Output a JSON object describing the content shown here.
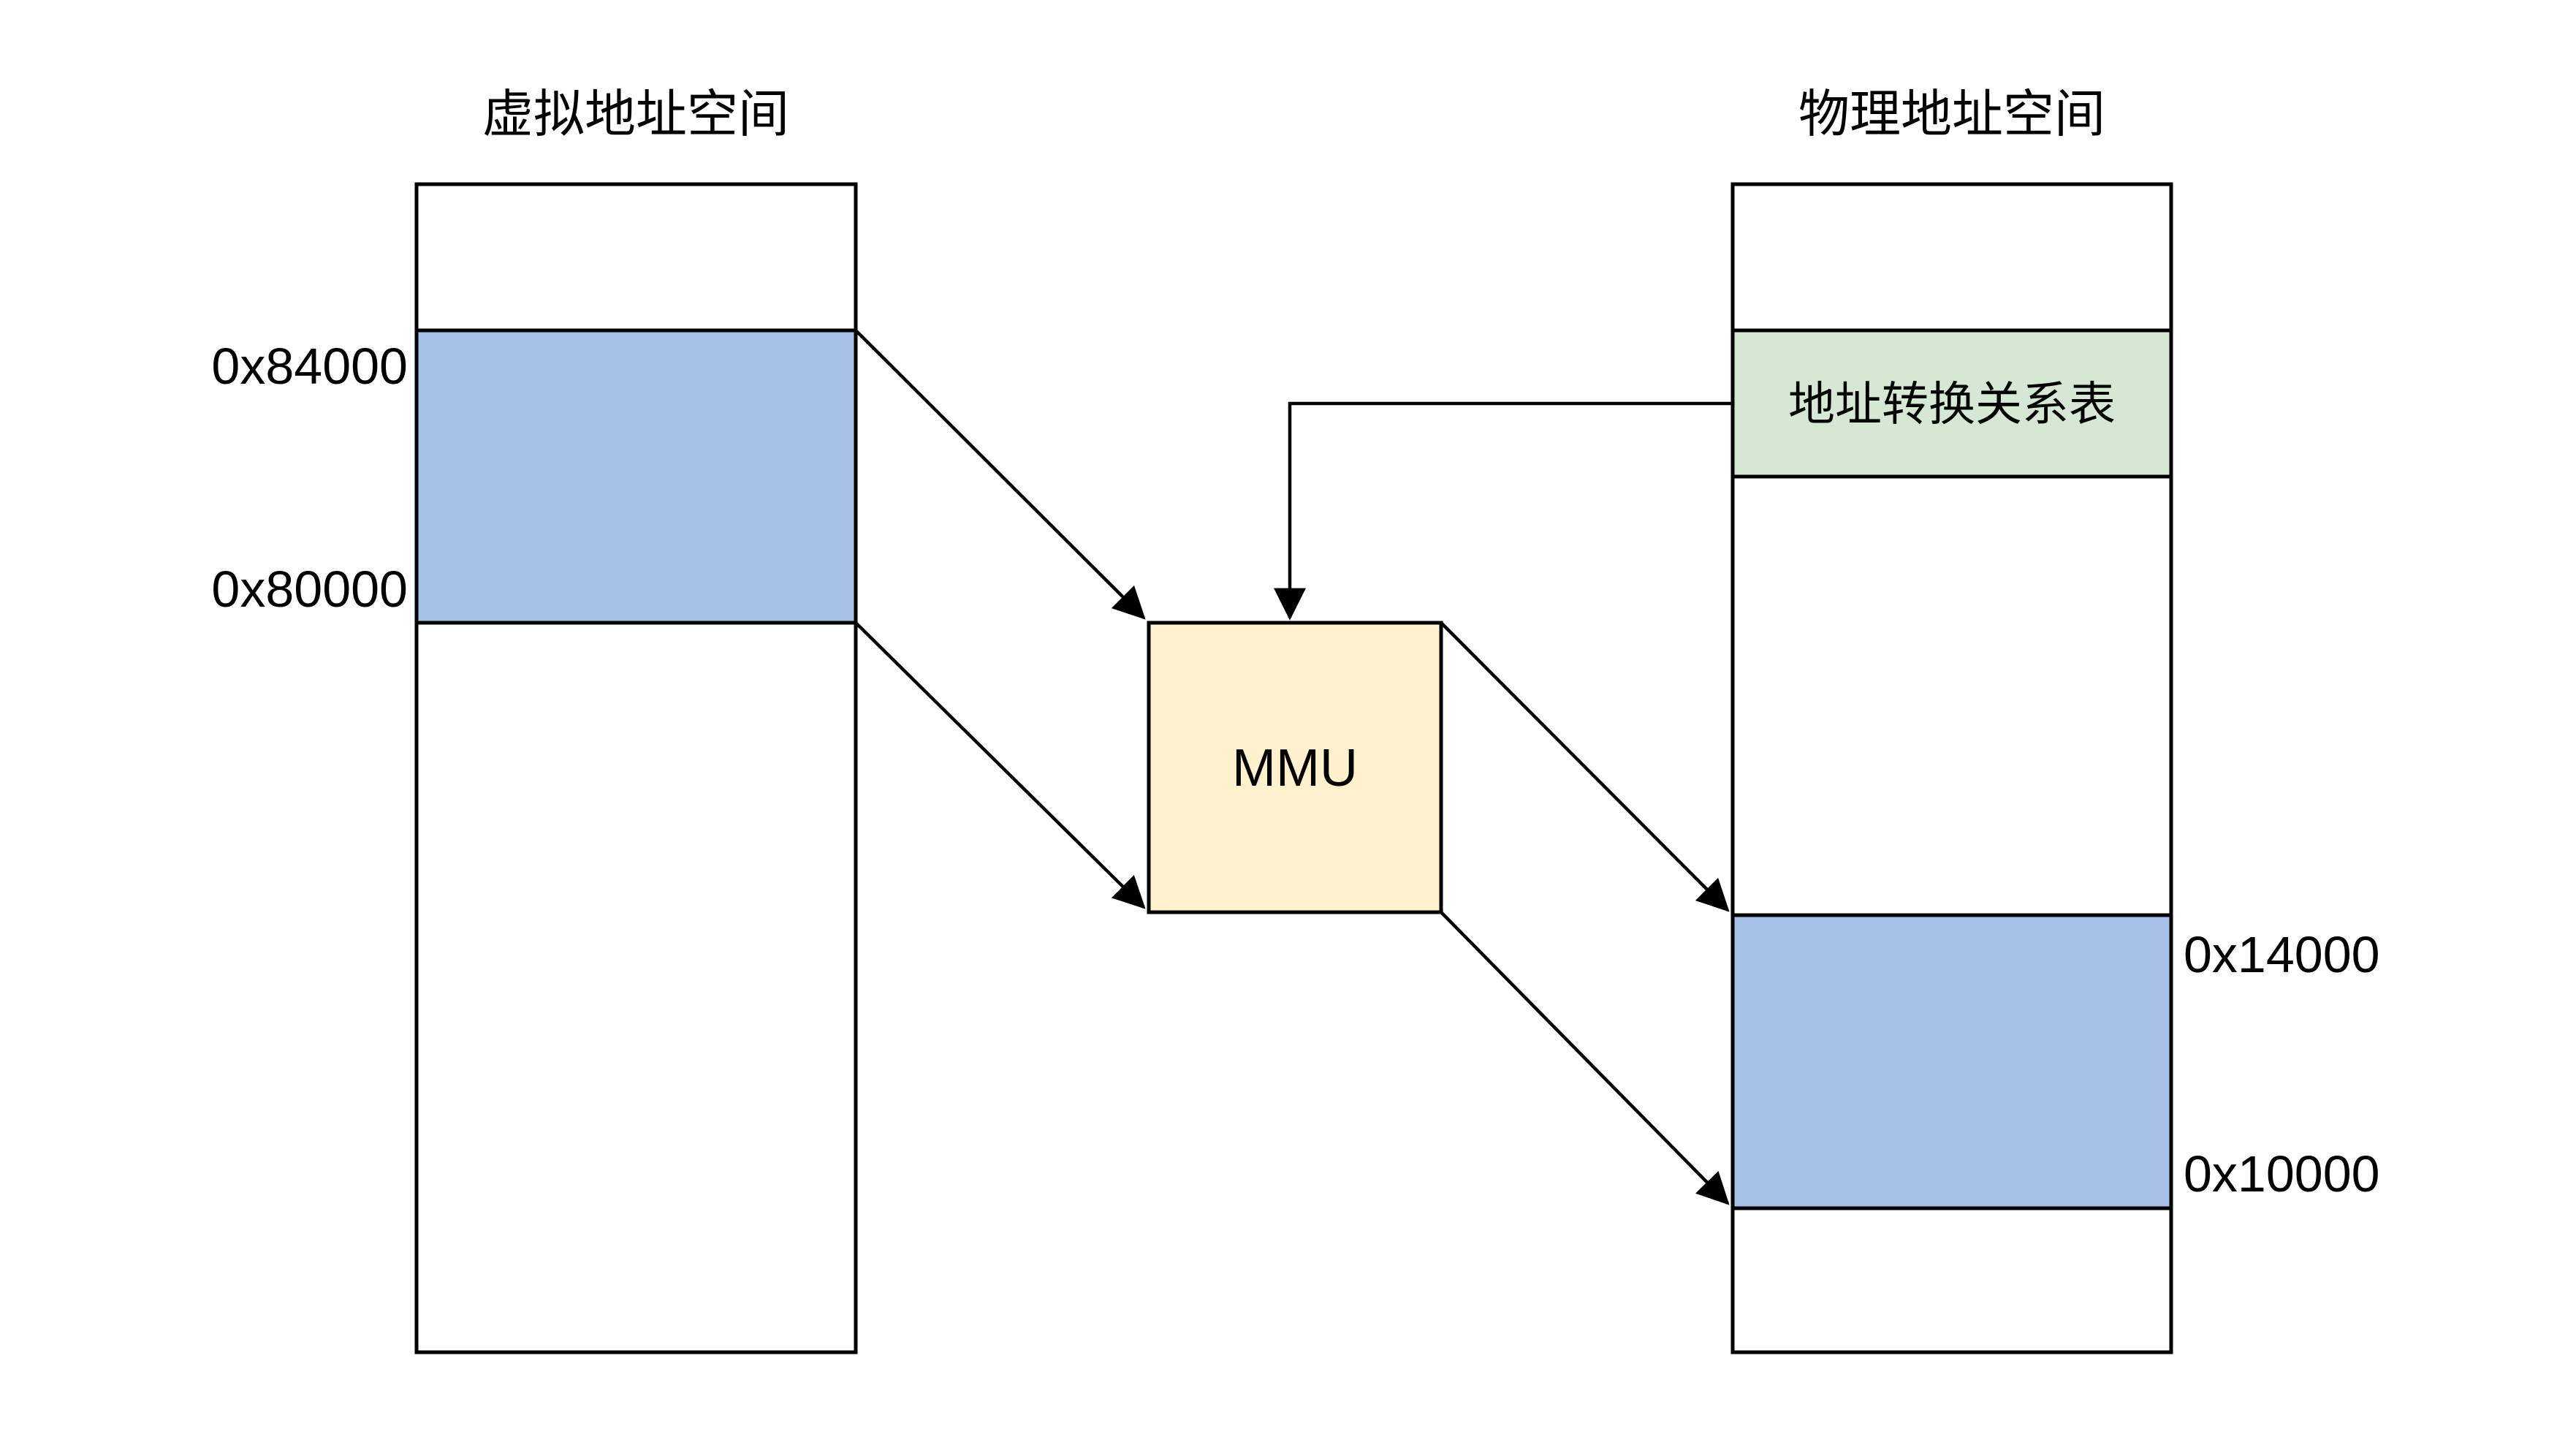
{
  "diagram": {
    "title_left": "虚拟地址空间",
    "title_right": "物理地址空间",
    "virtual_space": {
      "labels": {
        "top": "0x84000",
        "bottom": "0x80000"
      }
    },
    "physical_space": {
      "translation_table_label": "地址转换关系表",
      "labels": {
        "top": "0x14000",
        "bottom": "0x10000"
      }
    },
    "mmu_label": "MMU",
    "colors": {
      "region_blue": "#A6C0E8",
      "table_green": "#D5E8D4",
      "mmu_yellow": "#FFF2CC",
      "stroke": "#000000",
      "background": "#FFFFFF"
    }
  }
}
